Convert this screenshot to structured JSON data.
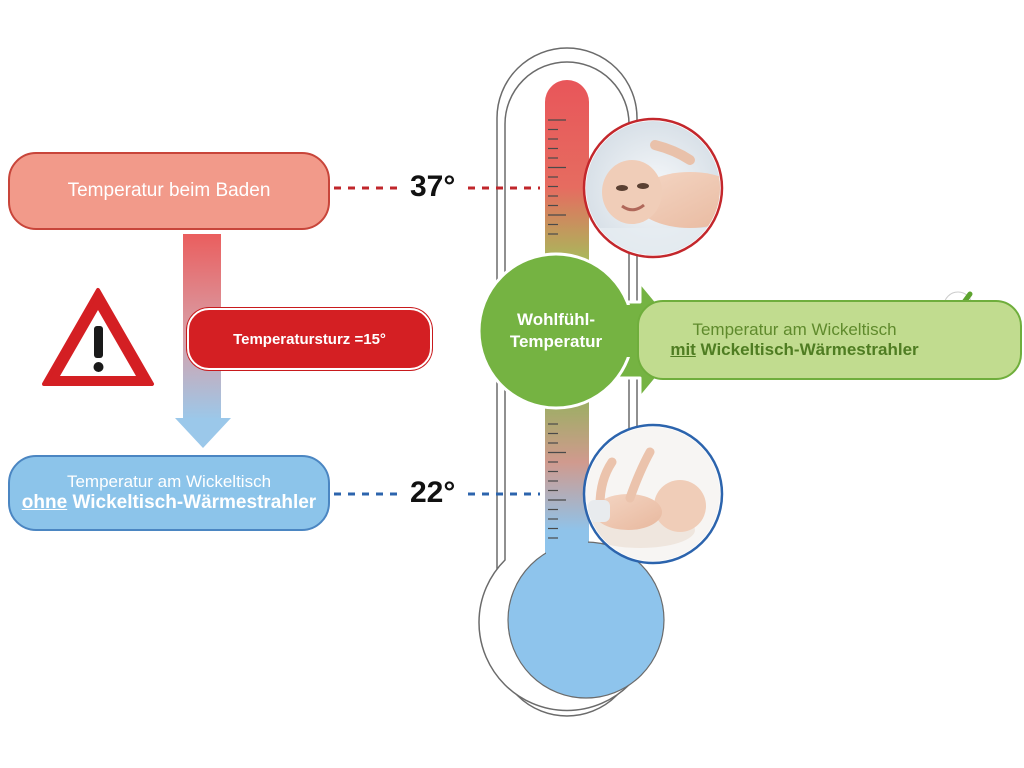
{
  "boxes": {
    "bath_label": "Temperatur beim Baden",
    "cold_line1": "Temperatur am Wickeltisch",
    "cold_underlined": "ohne",
    "cold_line2_rest": " Wickeltisch-Wärmestrahler",
    "drop_label": "Temperatursturz =15°",
    "warm_line1": "Temperatur am Wickeltisch",
    "warm_underlined": "mit",
    "warm_line2_rest": " Wickeltisch-Wärmestrahler"
  },
  "temperatures": {
    "high": "37°",
    "low": "22°"
  },
  "comfort": {
    "line1": "Wohlfühl-",
    "line2": "Temperatur"
  },
  "icons": {
    "warning": "warning-triangle-icon",
    "check": "checkmark-icon",
    "heater": "heater-plus-icon",
    "baby_bath": "baby-bathing-photo",
    "baby_table": "baby-changing-table-photo"
  },
  "colors": {
    "red": "#d41f23",
    "bath_fill": "#f29a8a",
    "cold_fill": "#8cc4ea",
    "green": "#6fae3c",
    "warm_fill": "#c1dc8f"
  }
}
